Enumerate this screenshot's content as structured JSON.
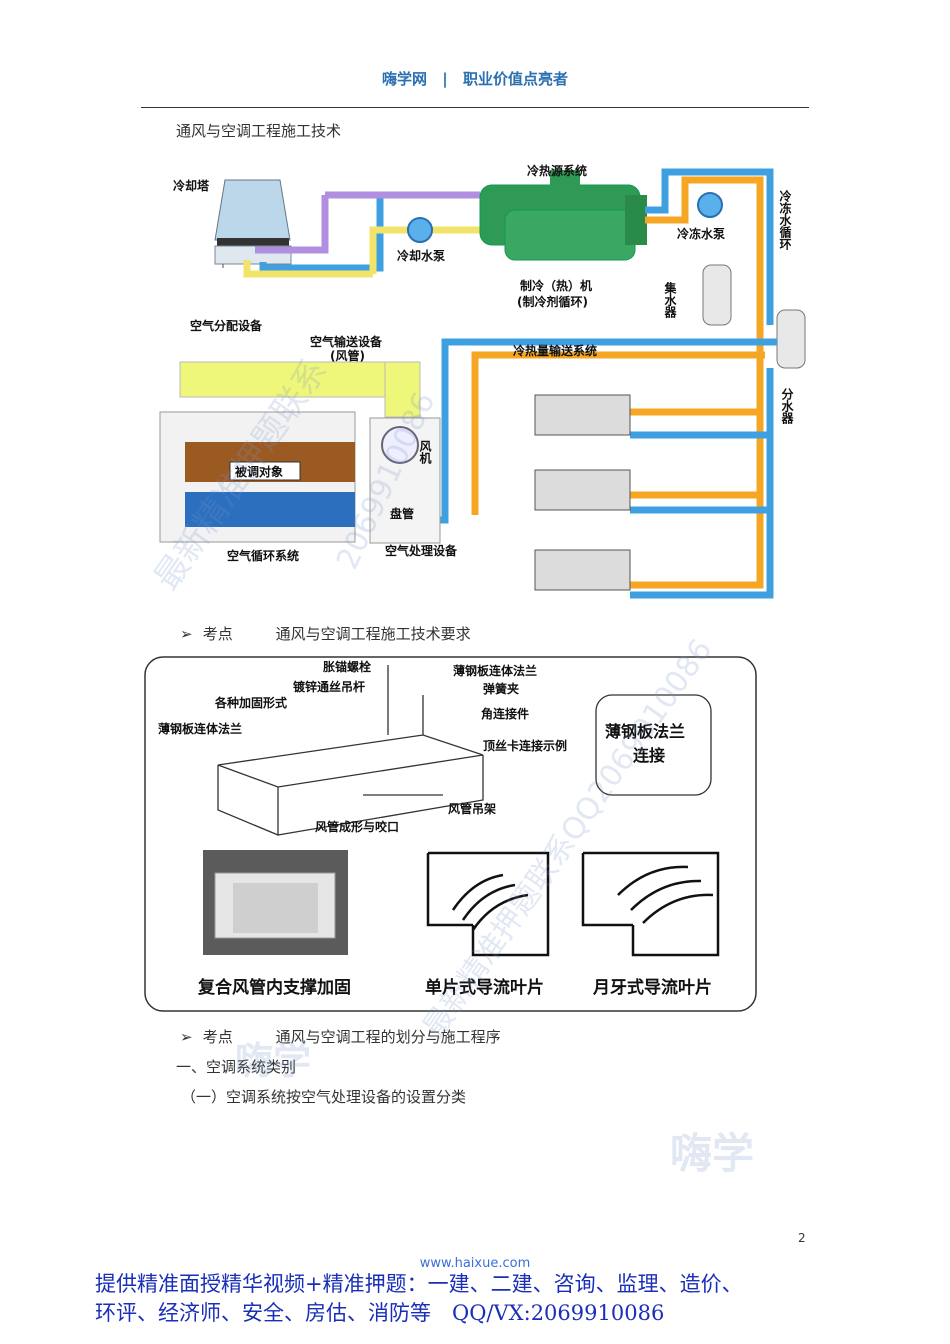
{
  "header": {
    "site": "嗨学网",
    "sep": "|",
    "slogan": "职业价值点亮者"
  },
  "section_title": "通风与空调工程施工技术",
  "figure1": {
    "cooling_tower": "冷却塔",
    "chiller_system": "冷热源系统",
    "cooling_pump": "冷却水泵",
    "chilled_pump": "冷冻水泵",
    "chiller_line1": "制冷（热）机",
    "chiller_line2": "(制冷剂循环)",
    "chilled_loop": "冷冻水循环",
    "collector": "集水器",
    "distributor": "分水器",
    "air_dist": "空气分配设备",
    "air_conv_line1": "空气输送设备",
    "air_conv_line2": "(风管)",
    "heat_conv": "冷热量输送系统",
    "fan": "风机",
    "target": "被调对象",
    "coil": "盘管",
    "air_cycle": "空气循环系统",
    "air_handling": "空气处理设备"
  },
  "items": [
    {
      "arrow": "➢",
      "key": "考点",
      "text": "通风与空调工程施工技术要求"
    },
    {
      "arrow": "➢",
      "key": "考点",
      "text": "通风与空调工程的划分与施工程序"
    }
  ],
  "figure2": {
    "anchor_bolt": "胀锚螺栓",
    "hanger_rod": "镀锌通丝吊杆",
    "reinforce": "各种加固形式",
    "flange_left": "薄钢板连体法兰",
    "flange_top": "薄钢板连体法兰",
    "spring_clip": "弹簧夹",
    "corner": "角连接件",
    "top_clip": "顶丝卡连接示例",
    "hanger": "风管吊架",
    "forming": "风管成形与咬口",
    "box_line1": "薄钢板法兰",
    "box_line2": "连接",
    "caption1": "复合风管内支撑加固",
    "caption2": "单片式导流叶片",
    "caption3": "月牙式导流叶片"
  },
  "paragraphs": {
    "p1": "一、空调系统类别",
    "p2": "（一）空调系统按空气处理设备的设置分类"
  },
  "page_number": "2",
  "footer": {
    "url": "www.haixue.com",
    "line1": "提供精准面授精华视频+精准押题：一建、二建、咨询、监理、造价、",
    "line2": "环评、经济师、安全、房估、消防等　QQ/VX:2069910086"
  },
  "watermarks": {
    "w1": "最新精准押题联系",
    "w2": "2069910086",
    "w3": "最新精准押题联系QQ2069910086",
    "w4": "嗨学",
    "w5": "嗨学"
  },
  "colors": {
    "header": "#2a6fb0",
    "promo": "#1a2fb8",
    "pipe_blue": "#3ea0e0",
    "pipe_orange": "#f5a623",
    "air": "#eef77a",
    "chiller": "#2e9a55"
  }
}
